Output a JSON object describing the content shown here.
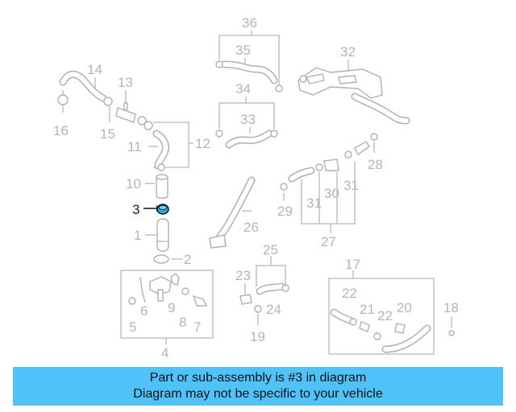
{
  "labels": [
    "36",
    "35",
    "34",
    "33",
    "32",
    "14",
    "13",
    "16",
    "15",
    "11",
    "12",
    "10",
    "3",
    "1",
    "2",
    "28",
    "31",
    "30",
    "31",
    "29",
    "26",
    "27",
    "25",
    "23",
    "24",
    "19",
    "6",
    "5",
    "9",
    "8",
    "7",
    "4",
    "17",
    "22",
    "21",
    "22",
    "20",
    "18"
  ],
  "highlight_label": "3",
  "colors": {
    "banner": "#4fc3f7",
    "highlight_part": "#2aa8e0",
    "line": "#b8b8b8"
  },
  "banner": {
    "line1": "Part or sub-assembly is #3 in diagram",
    "line2": "Diagram may not be specific to your vehicle"
  }
}
